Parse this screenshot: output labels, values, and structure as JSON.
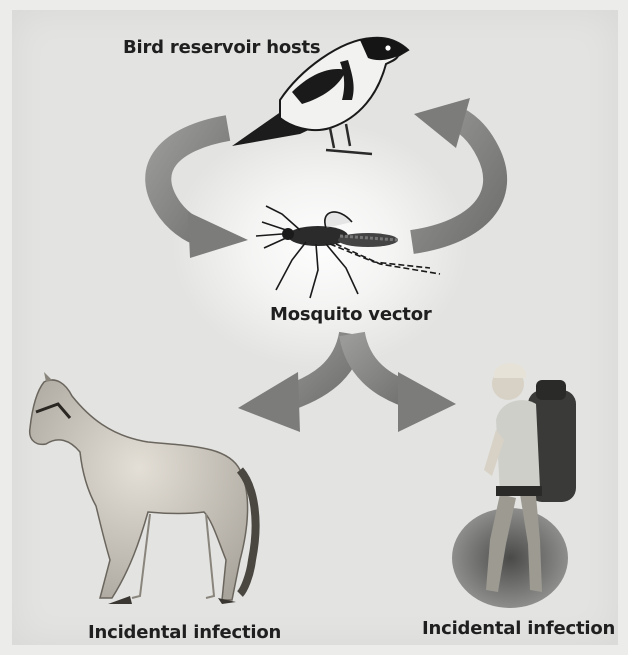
{
  "diagram": {
    "labels": {
      "bird": "Bird reservoir hosts",
      "mosquito": "Mosquito vector",
      "left_host": "Incidental infection",
      "right_host": "Incidental infection"
    },
    "colors": {
      "background": "#e3e3e1",
      "arrow": "#8a8a88",
      "text": "#1f1f1f"
    },
    "icons": [
      "bird-icon",
      "mosquito-icon",
      "horse-icon",
      "hiker-icon"
    ]
  }
}
